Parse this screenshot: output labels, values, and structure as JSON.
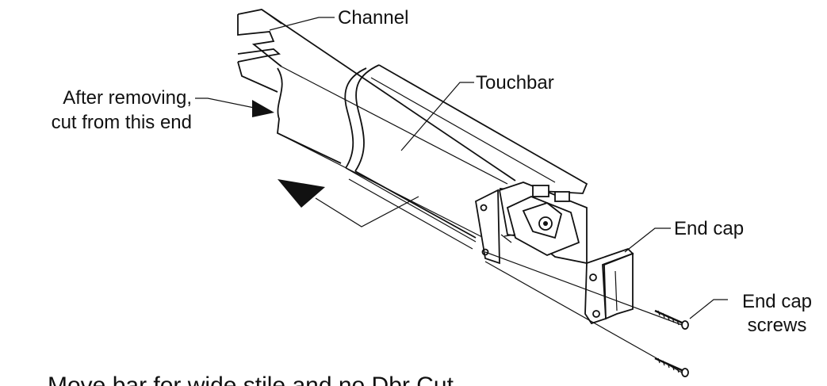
{
  "labels": {
    "channel": "Channel",
    "after_removing_line1": "After removing,",
    "after_removing_line2": "cut from this end",
    "touchbar": "Touchbar",
    "end_cap": "End cap",
    "end_cap_screws_line1": "End cap",
    "end_cap_screws_line2": "screws",
    "footer": "Move  bar  for  wide  stile  and  no  Dbr   Cut"
  }
}
